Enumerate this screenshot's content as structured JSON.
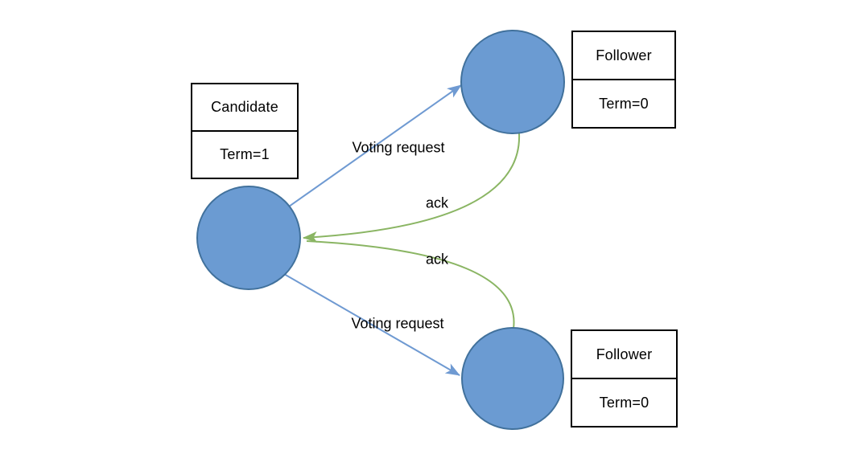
{
  "colors": {
    "background": "#ffffff",
    "node_fill": "#6b9bd2",
    "node_stroke": "#41719c",
    "request_arrow": "#6f9ad2",
    "ack_arrow": "#8ab563",
    "box_border": "#000000",
    "label_text": "#000000"
  },
  "nodes": {
    "candidate": {
      "role": "Candidate",
      "term": "Term=1"
    },
    "follower_top": {
      "role": "Follower",
      "term": "Term=0"
    },
    "follower_bottom": {
      "role": "Follower",
      "term": "Term=0"
    }
  },
  "edges": {
    "request_top": {
      "label": "Voting request"
    },
    "request_bottom": {
      "label": "Voting request"
    },
    "ack_top": {
      "label": "ack"
    },
    "ack_bottom": {
      "label": "ack"
    }
  }
}
